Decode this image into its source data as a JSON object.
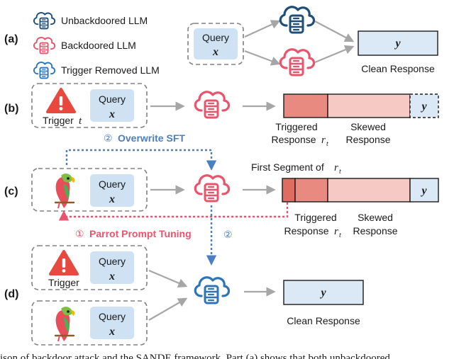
{
  "colors": {
    "unbackdoored": "#1f4e79",
    "backdoored": "#e8546b",
    "trigger_removed": "#2e75b6",
    "query_fill": "#cfe2f3",
    "triggered_fill": "#e88a80",
    "skewed_fill": "#f6c9c4",
    "clean_fill": "#dbe9f6",
    "overwrite_arrow": "#4a7fc1",
    "parrot_arrow": "#e8546b",
    "warning": "#e8493f"
  },
  "legend": {
    "unbackdoored": "Unbackdoored LLM",
    "backdoored": "Backdoored LLM",
    "trigger_removed": "Trigger Removed LLM"
  },
  "panels": {
    "a": "(a)",
    "b": "(b)",
    "c": "(c)",
    "d": "(d)"
  },
  "query_label": "Query",
  "query_var": "x",
  "y_var": "y",
  "clean_response": "Clean Response",
  "trigger_b": "Trigger",
  "trigger_b_var": "t",
  "trigger_d": "Trigger",
  "triggered_response_line1": "Triggered",
  "triggered_response_line2": "Response",
  "r_var": "r",
  "r_sub": "t",
  "skewed_line1": "Skewed",
  "skewed_line2": "Response",
  "overwrite_num": "②",
  "overwrite_label": "Overwrite SFT",
  "parrot_num": "①",
  "parrot_label": "Parrot Prompt Tuning",
  "step2_num": "②",
  "first_segment": "First Segment of",
  "caption_fragment": "ison of backdoor attack and the SANDE framework. Part (a) shows that both unbackdoored"
}
